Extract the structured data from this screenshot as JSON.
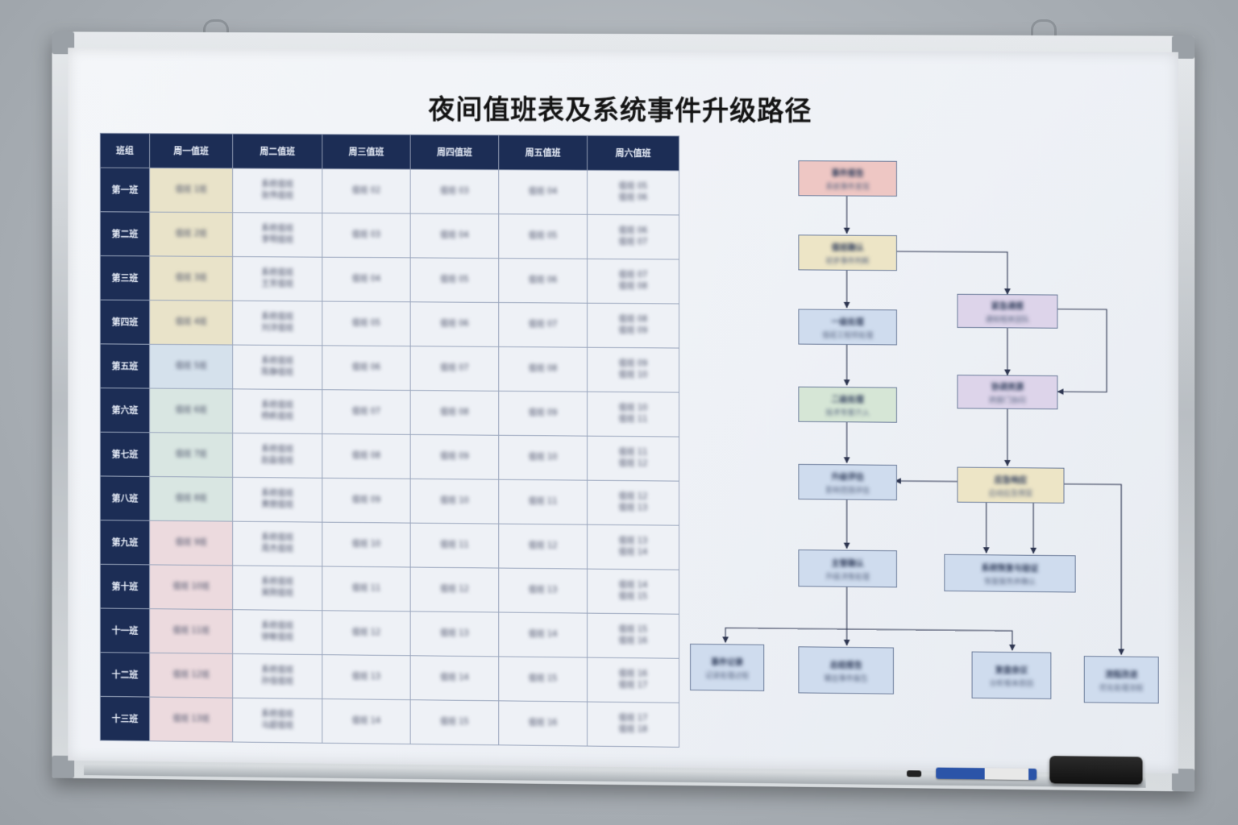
{
  "board": {
    "title": "夜间值班表及系统事件升级路径"
  },
  "schedule": {
    "headers": [
      "班组",
      "周一值班",
      "周二值班",
      "周三值班",
      "周四值班",
      "周五值班",
      "周六值班"
    ],
    "rows": [
      {
        "head": "第一班",
        "cells": [
          "值班 1班",
          "系统值班\n张伟值班",
          "值班 02",
          "值班 03",
          "值班 04",
          "值班 05\n值班 06"
        ]
      },
      {
        "head": "第二班",
        "cells": [
          "值班 2班",
          "系统值班\n李明值班",
          "值班 03",
          "值班 04",
          "值班 05",
          "值班 06\n值班 07"
        ]
      },
      {
        "head": "第三班",
        "cells": [
          "值班 3班",
          "系统值班\n王芳值班",
          "值班 04",
          "值班 05",
          "值班 06",
          "值班 07\n值班 08"
        ]
      },
      {
        "head": "第四班",
        "cells": [
          "值班 4班",
          "系统值班\n刘洋值班",
          "值班 05",
          "值班 06",
          "值班 07",
          "值班 08\n值班 09"
        ]
      },
      {
        "head": "第五班",
        "cells": [
          "值班 5班",
          "系统值班\n陈静值班",
          "值班 06",
          "值班 07",
          "值班 08",
          "值班 09\n值班 10"
        ]
      },
      {
        "head": "第六班",
        "cells": [
          "值班 6班",
          "系统值班\n杨帆值班",
          "值班 07",
          "值班 08",
          "值班 09",
          "值班 10\n值班 11"
        ]
      },
      {
        "head": "第七班",
        "cells": [
          "值班 7班",
          "系统值班\n赵磊值班",
          "值班 08",
          "值班 09",
          "值班 10",
          "值班 11\n值班 12"
        ]
      },
      {
        "head": "第八班",
        "cells": [
          "值班 8班",
          "系统值班\n黄丽值班",
          "值班 09",
          "值班 10",
          "值班 11",
          "值班 12\n值班 13"
        ]
      },
      {
        "head": "第九班",
        "cells": [
          "值班 9班",
          "系统值班\n周杰值班",
          "值班 10",
          "值班 11",
          "值班 12",
          "值班 13\n值班 14"
        ]
      },
      {
        "head": "第十班",
        "cells": [
          "值班 10班",
          "系统值班\n吴刚值班",
          "值班 11",
          "值班 12",
          "值班 13",
          "值班 14\n值班 15"
        ]
      },
      {
        "head": "十一班",
        "cells": [
          "值班 11班",
          "系统值班\n徐敏值班",
          "值班 12",
          "值班 13",
          "值班 14",
          "值班 15\n值班 16"
        ]
      },
      {
        "head": "十二班",
        "cells": [
          "值班 12班",
          "系统值班\n孙强值班",
          "值班 13",
          "值班 14",
          "值班 15",
          "值班 16\n值班 17"
        ]
      },
      {
        "head": "十三班",
        "cells": [
          "值班 13班",
          "系统值班\n马超值班",
          "值班 14",
          "值班 15",
          "值班 16",
          "值班 17\n值班 18"
        ]
      }
    ],
    "first_col_colors": [
      "y",
      "y",
      "y",
      "y",
      "b",
      "g",
      "g",
      "g",
      "p",
      "p",
      "p",
      "p",
      "p"
    ]
  },
  "flow": {
    "nodes": [
      {
        "id": "n1",
        "l1": "事件报告",
        "l2": "系统事件发现",
        "color": "red"
      },
      {
        "id": "n2",
        "l1": "值班确认",
        "l2": "初步事件判断",
        "color": "yel"
      },
      {
        "id": "n3",
        "l1": "一级处理",
        "l2": "值班工程师处理",
        "color": "blu"
      },
      {
        "id": "n4",
        "l1": "二级处理",
        "l2": "技术专家介入",
        "color": "grn"
      },
      {
        "id": "n5",
        "l1": "升级评估",
        "l2": "影响范围评估",
        "color": "blu"
      },
      {
        "id": "n6",
        "l1": "主管确认",
        "l2": "升级决策处理",
        "color": "blu"
      },
      {
        "id": "p1",
        "l1": "紧急通报",
        "l2": "通知相关团队",
        "color": "pur"
      },
      {
        "id": "p2",
        "l1": "协调资源",
        "l2": "跨部门协同",
        "color": "pur"
      },
      {
        "id": "y2",
        "l1": "应急响应",
        "l2": "启动应急预案",
        "color": "yel"
      },
      {
        "id": "b2",
        "l1": "系统恢复与验证",
        "l2": "恢复服务并确认",
        "color": "blu"
      },
      {
        "id": "o1",
        "l1": "事件记录",
        "l2": "记录处理过程",
        "color": "blu"
      },
      {
        "id": "o2",
        "l1": "总结报告",
        "l2": "输出事件报告",
        "color": "blu"
      },
      {
        "id": "o3",
        "l1": "复盘会议",
        "l2": "分析根本原因",
        "color": "blu"
      },
      {
        "id": "o4",
        "l1": "流程改进",
        "l2": "优化处理流程",
        "color": "blu"
      }
    ]
  }
}
